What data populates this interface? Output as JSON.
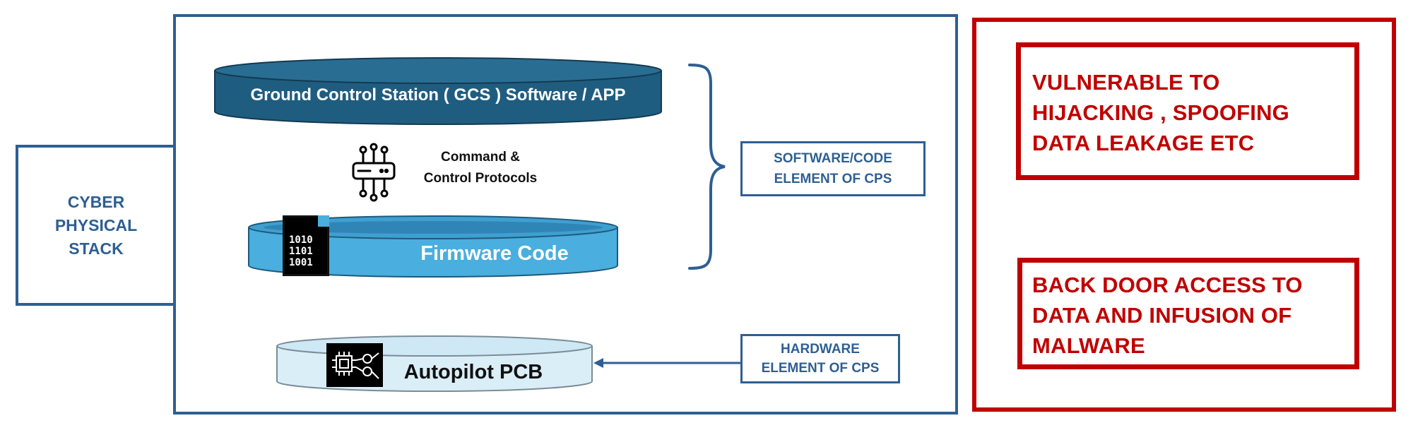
{
  "stack_label": "CYBER\nPHYSICAL\nSTACK",
  "layers": {
    "gcs": "Ground Control Station ( GCS ) Software / APP",
    "protocols": "Command &\nControl Protocols",
    "firmware": "Firmware Code",
    "firmware_binary": [
      "1010",
      "1101",
      "1001"
    ],
    "autopilot": "Autopilot PCB"
  },
  "annotations": {
    "software": "SOFTWARE/CODE\nELEMENT OF CPS",
    "hardware": "HARDWARE\nELEMENT OF CPS"
  },
  "threats": {
    "hijacking": "VULNERABLE TO\nHIJACKING ,  SPOOFING\nDATA LEAKAGE   ETC",
    "backdoor": "BACK DOOR  ACCESS TO\nDATA AND INFUSION OF\nMALWARE"
  },
  "colors": {
    "stack_blue": "#2e5f92",
    "gcs_fill": "#1f5d80",
    "firmware_fill": "#4aaede",
    "autopilot_fill": "#daeef8",
    "threat_red": "#c00000"
  }
}
